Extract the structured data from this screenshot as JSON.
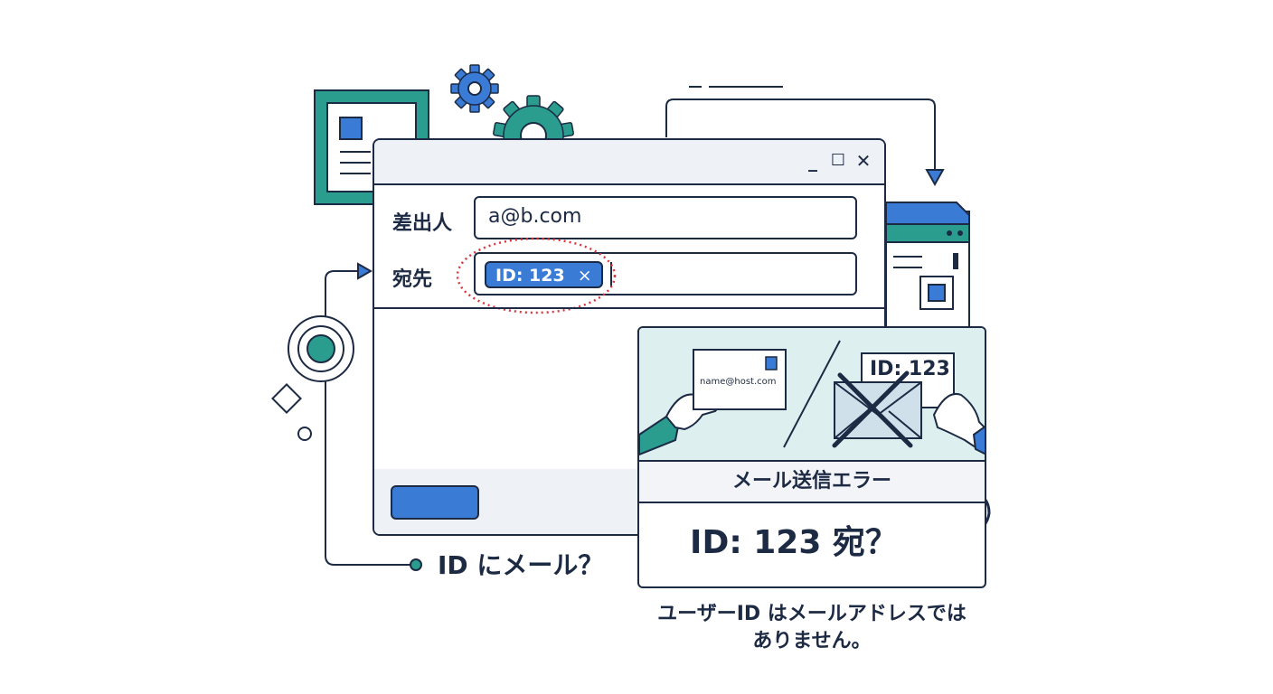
{
  "compose_window": {
    "controls": {
      "minimize": "_",
      "maximize": "☐",
      "close": "✕"
    },
    "from_label": "差出人",
    "from_value": "a@b.com",
    "to_label": "宛先",
    "to_chip": {
      "text": "ID: 123",
      "remove": "×"
    }
  },
  "error_dialog": {
    "envelope_address": "name@host.com",
    "id_card_text": "ID: 123",
    "title": "メール送信エラー",
    "message": "ID: 123 宛？"
  },
  "captions": {
    "question": "ID にメール？",
    "note_line1": "ユーザーID はメールアドレスでは",
    "note_line2": "ありません。"
  },
  "icons": [
    "gear-icon",
    "document-icon",
    "target-icon",
    "arrow-icon",
    "question-mark-icon",
    "envelope-icon",
    "hand-icon",
    "cross-icon"
  ],
  "colors": {
    "navy": "#1c2a44",
    "blue": "#3a7bd5",
    "teal": "#2a9d8f",
    "mint": "#ddf0ef",
    "error_dotted": "#d9363e"
  }
}
